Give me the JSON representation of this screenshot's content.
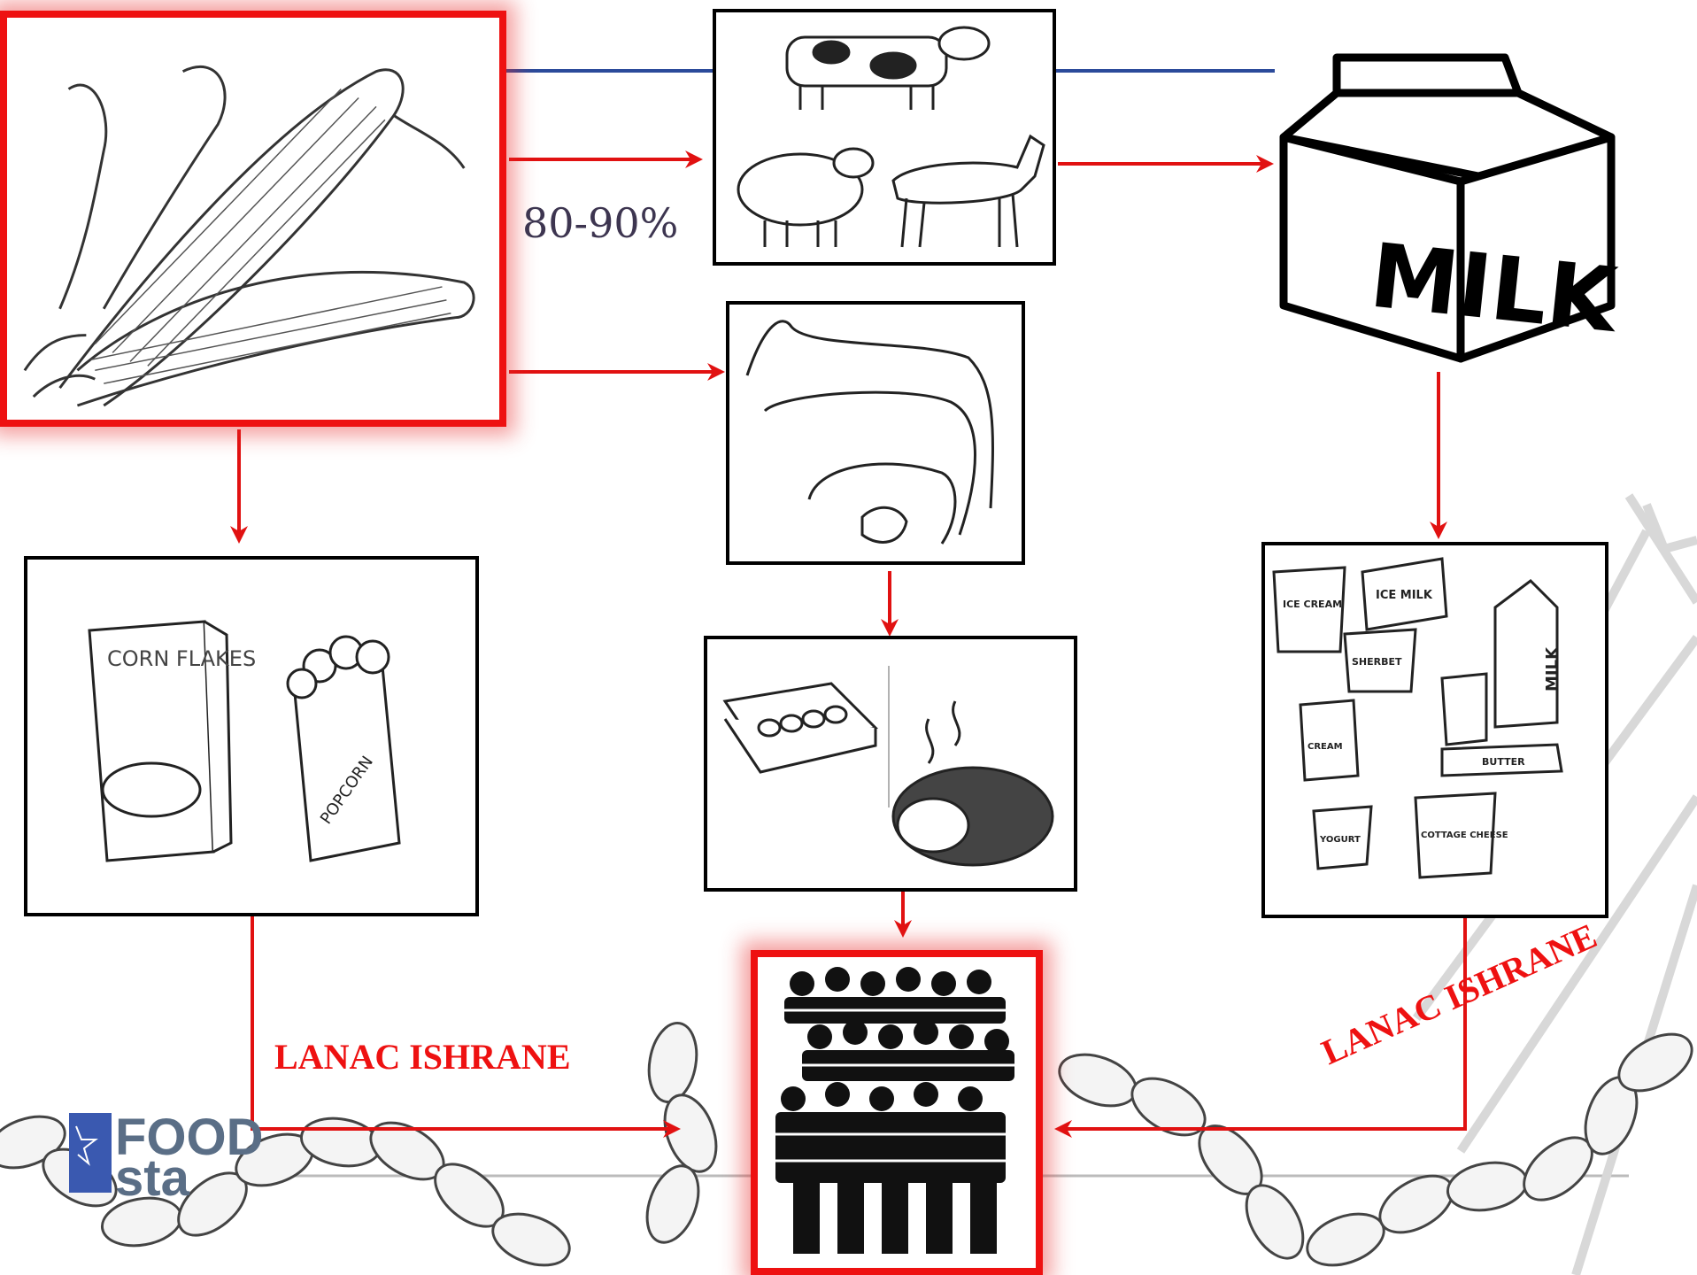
{
  "diagram": {
    "percentage_label": "80-90%",
    "chain_label_left": "LANAC ISHRANE",
    "chain_label_right": "LANAC ISHRANE",
    "logo_text_line1": "FOOD",
    "logo_text_line2": "sta",
    "milk_carton_text": "MILK",
    "corn_flakes_text": "CORN FLAKES",
    "popcorn_text": "POPCORN",
    "dairy_labels": {
      "ice_cream": "ICE CREAM",
      "ice_milk": "ICE MILK",
      "sherbet": "SHERBET",
      "milk": "MILK",
      "cream": "CREAM",
      "butter": "BUTTER",
      "yogurt": "YOGURT",
      "cottage_cheese": "COTTAGE CHEESE"
    },
    "colors": {
      "arrow": "#e11111",
      "highlight_border": "#e11111",
      "top_line": "#2b4a9a",
      "percentage_text": "#3d3550"
    },
    "icons": [
      "corn-icon",
      "dairy-animals-icon",
      "milk-carton-icon",
      "farm-animals-icon",
      "cereal-popcorn-icon",
      "eggs-meat-icon",
      "dairy-products-icon",
      "people-crowd-icon",
      "chain-icon",
      "foodstar-logo"
    ]
  }
}
